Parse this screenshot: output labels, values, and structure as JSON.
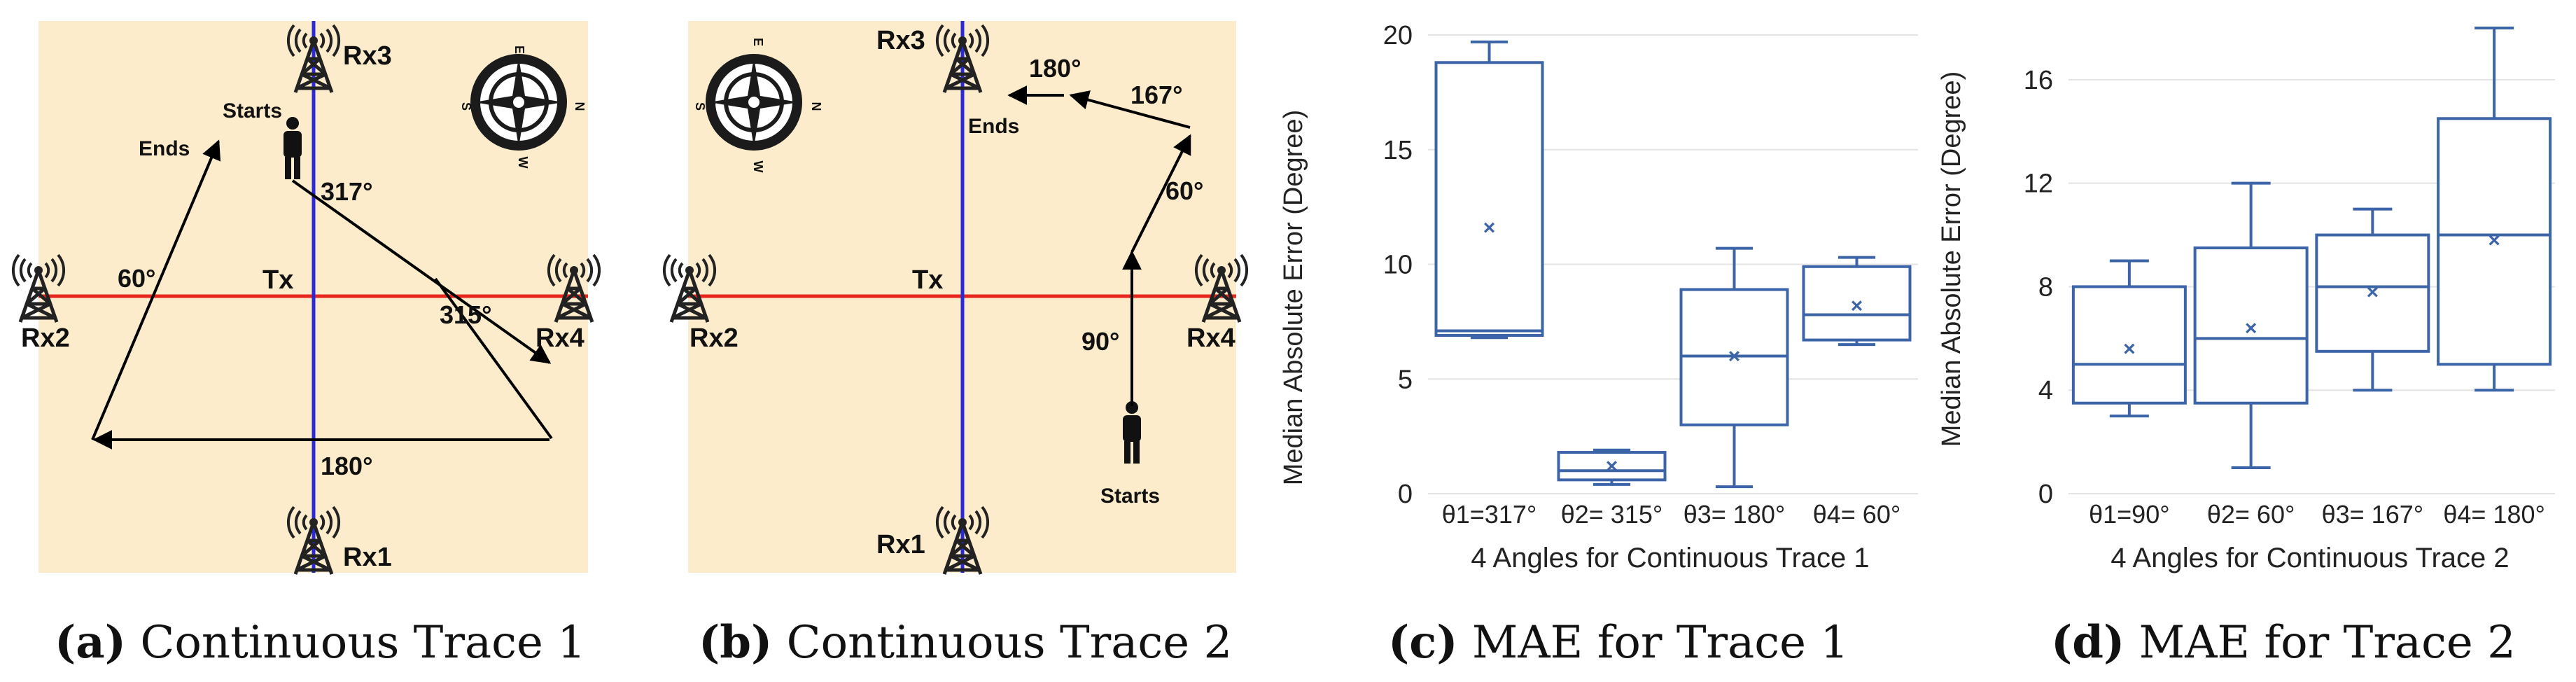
{
  "panels": {
    "a": {
      "caption_tag": "(a)",
      "caption_text": "Continuous Trace 1",
      "receivers": [
        "Rx1",
        "Rx2",
        "Rx3",
        "Rx4"
      ],
      "tx_label": "Tx",
      "start_label": "Starts",
      "end_label": "Ends",
      "angles": [
        "317°",
        "315°",
        "180°",
        "60°"
      ],
      "compass": {
        "n": "N",
        "s": "S",
        "e": "E",
        "w": "W"
      }
    },
    "b": {
      "caption_tag": "(b)",
      "caption_text": "Continuous Trace 2",
      "receivers": [
        "Rx1",
        "Rx2",
        "Rx3",
        "Rx4"
      ],
      "tx_label": "Tx",
      "start_label": "Starts",
      "end_label": "Ends",
      "angles": [
        "90°",
        "60°",
        "167°",
        "180°"
      ],
      "compass": {
        "n": "N",
        "s": "S",
        "e": "E",
        "w": "W"
      }
    }
  },
  "colors": {
    "background_map": "#fdeccb",
    "los_horizontal": "#e8261e",
    "los_vertical": "#2a2ad6",
    "box": "#3c64a8",
    "grid": "#e4e4e4"
  },
  "chart_data": [
    {
      "type": "box",
      "caption_tag": "(c)",
      "caption_text": "MAE for Trace 1",
      "xlabel": "4 Angles for Continuous Trace 1",
      "ylabel": "Median Absolute Error (Degree)",
      "ylim": [
        0,
        20
      ],
      "yticks": [
        0,
        5,
        10,
        15,
        20
      ],
      "grid": true,
      "categories": [
        "θ1=317°",
        "θ2= 315°",
        "θ3= 180°",
        "θ4= 60°"
      ],
      "boxes": [
        {
          "min": 6.8,
          "q1": 6.9,
          "median": 7.1,
          "q3": 18.8,
          "max": 19.7,
          "mean": 11.6
        },
        {
          "min": 0.4,
          "q1": 0.6,
          "median": 1.0,
          "q3": 1.8,
          "max": 1.9,
          "mean": 1.2
        },
        {
          "min": 0.3,
          "q1": 3.0,
          "median": 6.0,
          "q3": 8.9,
          "max": 10.7,
          "mean": 6.0
        },
        {
          "min": 6.5,
          "q1": 6.7,
          "median": 7.8,
          "q3": 9.9,
          "max": 10.3,
          "mean": 8.2
        }
      ]
    },
    {
      "type": "box",
      "caption_tag": "(d)",
      "caption_text": "MAE for Trace 2",
      "xlabel": "4 Angles for Continuous Trace 2",
      "ylabel": "Median Absolute Error (Degree)",
      "ylim": [
        0,
        18
      ],
      "yticks": [
        0,
        4,
        8,
        12,
        16
      ],
      "grid": true,
      "categories": [
        "θ1=90°",
        "θ2= 60°",
        "θ3= 167°",
        "θ4= 180°"
      ],
      "boxes": [
        {
          "min": 3.0,
          "q1": 3.5,
          "median": 5.0,
          "q3": 8.0,
          "max": 9.0,
          "mean": 5.6
        },
        {
          "min": 1.0,
          "q1": 3.5,
          "median": 6.0,
          "q3": 9.5,
          "max": 12.0,
          "mean": 6.4
        },
        {
          "min": 4.0,
          "q1": 5.5,
          "median": 8.0,
          "q3": 10.0,
          "max": 11.0,
          "mean": 7.8
        },
        {
          "min": 4.0,
          "q1": 5.0,
          "median": 10.0,
          "q3": 14.5,
          "max": 18.0,
          "mean": 9.8
        }
      ]
    }
  ]
}
